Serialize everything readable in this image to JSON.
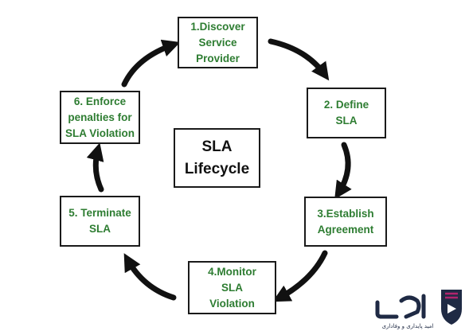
{
  "diagram": {
    "center": "SLA\nLifecycle",
    "steps": [
      "1.Discover\nService\nProvider",
      "2. Define\nSLA",
      "3.Establish\nAgreement",
      "4.Monitor\nSLA\nViolation",
      "5. Terminate\nSLA",
      "6. Enforce\npenalties for\nSLA Violation"
    ]
  },
  "colors": {
    "step_text": "#2e7d32",
    "border": "#1a1a1a",
    "arrow": "#111111",
    "logo_dark": "#1f2a44",
    "logo_accent": "#b0246e"
  },
  "logo": {
    "tagline": "امید پایداری و وفاداری"
  }
}
